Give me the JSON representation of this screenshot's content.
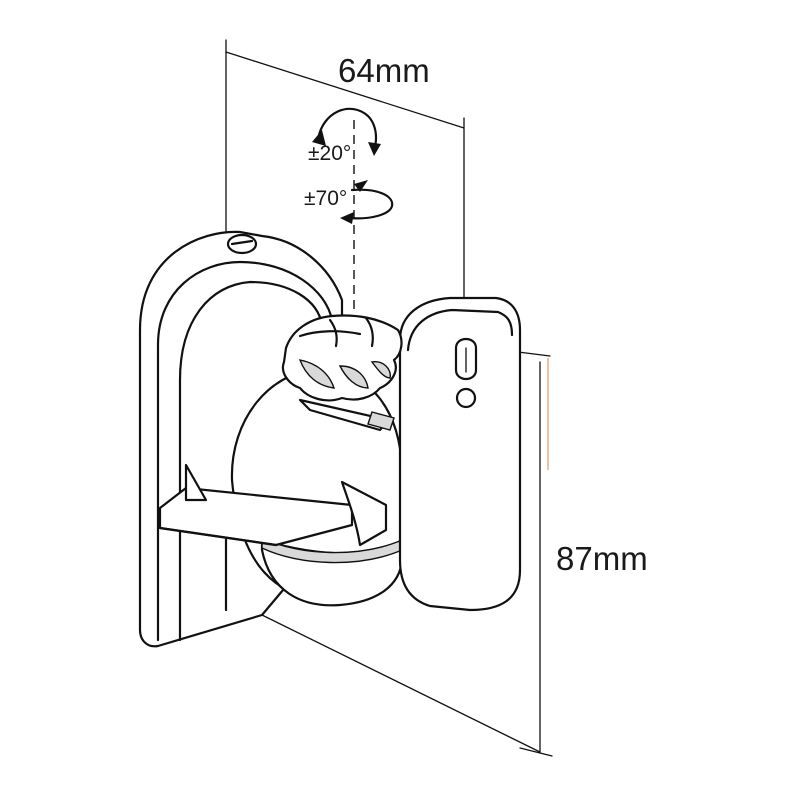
{
  "dimensions": {
    "width_label": "64mm",
    "height_label": "87mm"
  },
  "rotations": {
    "tilt_label": "±20°",
    "swivel_label": "±70°"
  },
  "colors": {
    "outline": "#111111",
    "shading": "#d9d9d9",
    "guide_accent": "#e8b48a"
  }
}
